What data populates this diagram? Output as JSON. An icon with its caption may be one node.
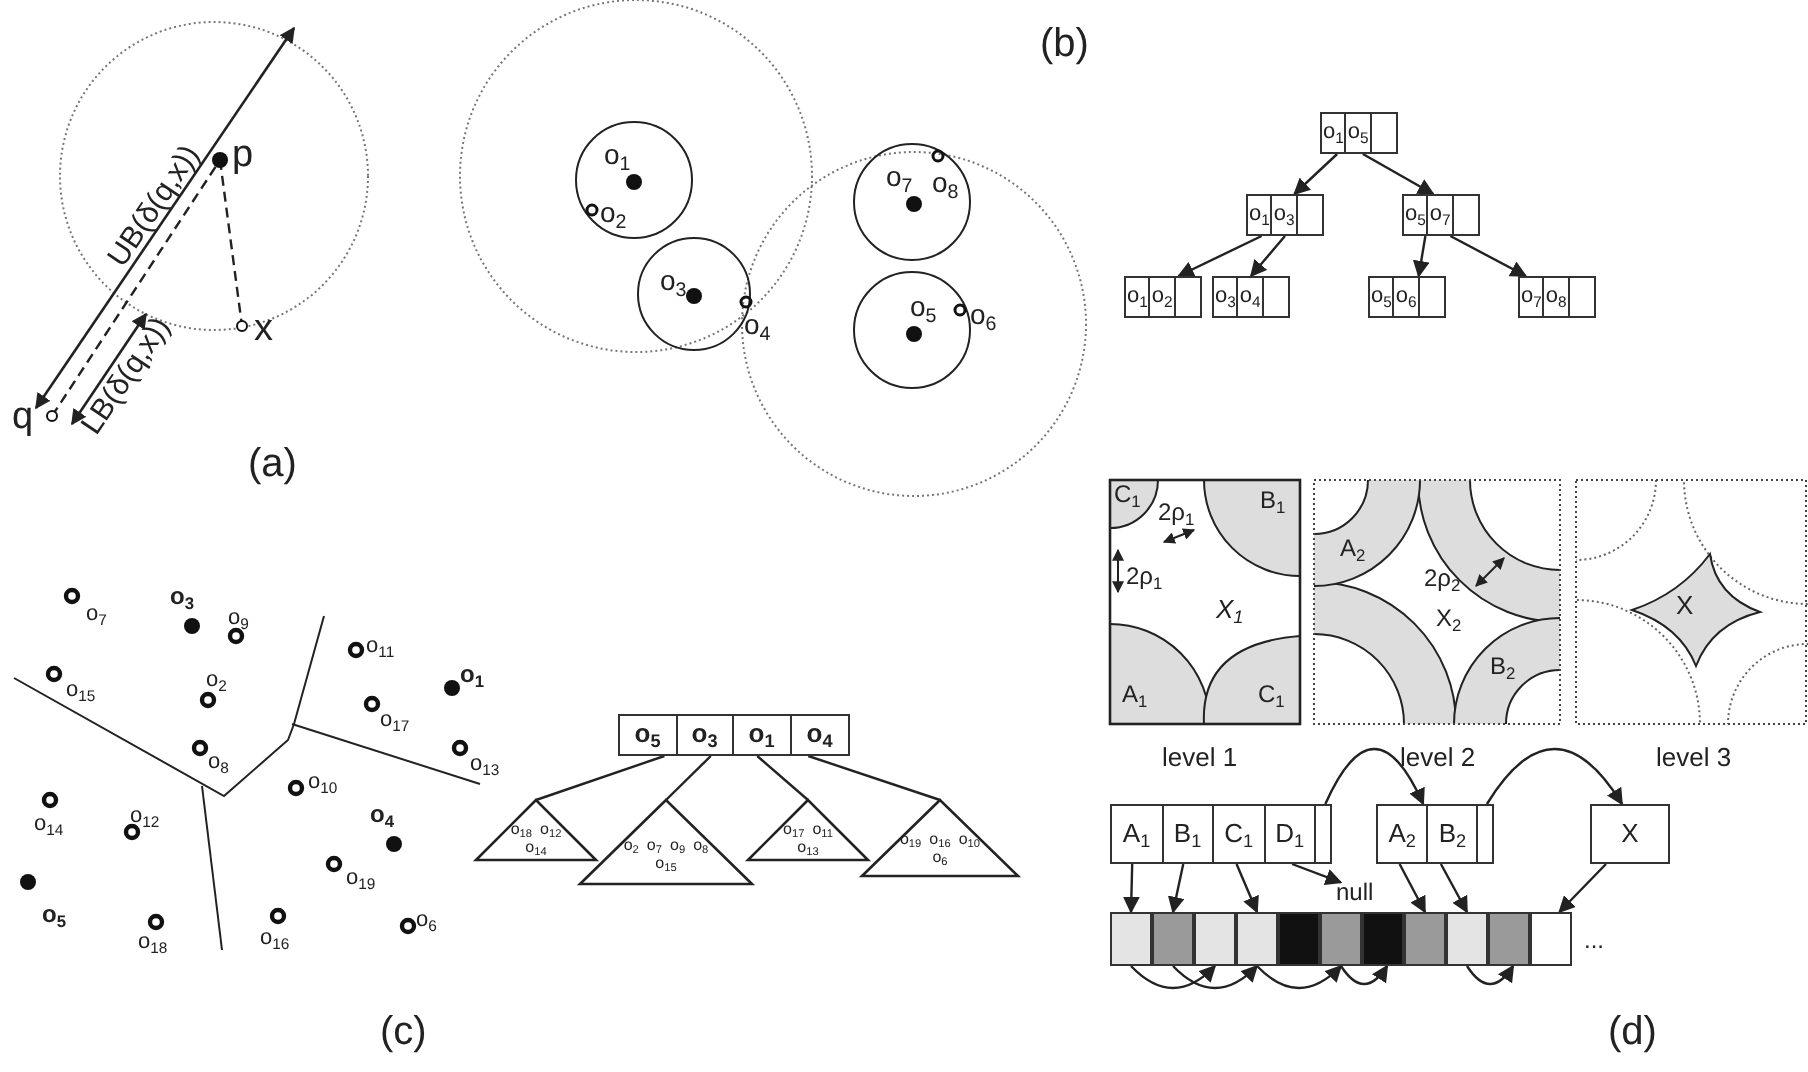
{
  "diagram": {
    "nodes": [
      {
        "text": [
          "q"
        ]
      },
      {
        "text": [
          "p"
        ]
      },
      {
        "text": [
          "x"
        ]
      },
      {
        "text": [
          "o$_{1}$",
          "o$_{5}$"
        ]
      },
      {
        "text": [
          "o$_{1}$",
          "o$_{3}$"
        ]
      },
      {
        "text": [
          "o$_{5}$",
          "o$_{7}$"
        ]
      },
      {
        "text": [
          "o$_{1}$",
          "o$_{2}$"
        ]
      },
      {
        "text": [
          "o$_{3}$",
          "o$_{4}$"
        ]
      },
      {
        "text": [
          "o$_{5}$",
          "o$_{6}$"
        ]
      },
      {
        "text": [
          "o$_{7}$",
          "o$_{8}$"
        ]
      },
      {
        "text": [
          "o$_{5}$",
          "o$_{3}$",
          "o$_{1}$",
          "o$_{4}$"
        ]
      },
      {
        "text": [
          "o$_{18}$",
          "o$_{12}$",
          "o$_{14}$"
        ]
      },
      {
        "text": [
          "o$_{2}$",
          "o$_{7}$",
          "o$_{9}$",
          "o$_{8}$",
          "o$_{15}$"
        ]
      },
      {
        "text": [
          "o$_{17}$",
          "o$_{11}$",
          "o$_{13}$"
        ]
      },
      {
        "text": [
          "o$_{19}$",
          "o$_{16}$",
          "o$_{10}$",
          "o$_{6}$"
        ]
      },
      {
        "text": [
          "A$_{1}$",
          "B$_{1}$",
          "C$_{1}$",
          "D$_{1}$"
        ]
      },
      {
        "text": [
          "A$_{2}$",
          "B$_{2}$"
        ]
      },
      {
        "text": [
          "X"
        ]
      },
      {
        "text": [
          "null"
        ]
      },
      {
        "text": [],
        "shape": "box"
      },
      {
        "text": [],
        "shape": "box"
      },
      {
        "text": [],
        "shape": "box"
      },
      {
        "text": [],
        "shape": "box"
      },
      {
        "text": [],
        "shape": "box"
      },
      {
        "text": [],
        "shape": "box"
      },
      {
        "text": [],
        "shape": "box"
      },
      {
        "text": [],
        "shape": "box"
      },
      {
        "text": [],
        "shape": "box"
      },
      {
        "text": [],
        "shape": "box"
      },
      {
        "text": [],
        "shape": "box"
      }
    ],
    "edges": [
      {
        "from": 0,
        "to": 1,
        "arrow": "none",
        "style": "dashed"
      },
      {
        "from": 1,
        "to": 2,
        "arrow": "none",
        "style": "dashed"
      },
      {
        "from": 3,
        "to": 4,
        "arrow": "to"
      },
      {
        "from": 3,
        "to": 5,
        "arrow": "to"
      },
      {
        "from": 4,
        "to": 6,
        "arrow": "to"
      },
      {
        "from": 4,
        "to": 7,
        "arrow": "to"
      },
      {
        "from": 5,
        "to": 8,
        "arrow": "to"
      },
      {
        "from": 5,
        "to": 9,
        "arrow": "to"
      },
      {
        "from": 10,
        "to": 11,
        "arrow": "none"
      },
      {
        "from": 10,
        "to": 12,
        "arrow": "none"
      },
      {
        "from": 10,
        "to": 13,
        "arrow": "none"
      },
      {
        "from": 10,
        "to": 14,
        "arrow": "none"
      },
      {
        "from": 15,
        "to": 16,
        "arrow": "to"
      },
      {
        "from": 16,
        "to": 17,
        "arrow": "to"
      },
      {
        "from": 15,
        "to": 18,
        "arrow": "to"
      },
      {
        "from": 15,
        "to": 19,
        "arrow": "to"
      },
      {
        "from": 15,
        "to": 20,
        "arrow": "to"
      },
      {
        "from": 15,
        "to": 22,
        "arrow": "to"
      },
      {
        "from": 16,
        "to": 26,
        "arrow": "to"
      },
      {
        "from": 16,
        "to": 27,
        "arrow": "to"
      },
      {
        "from": 17,
        "to": 29,
        "arrow": "to"
      },
      {
        "from": 19,
        "to": 21,
        "arrow": "to"
      },
      {
        "from": 20,
        "to": 22,
        "arrow": "to"
      },
      {
        "from": 22,
        "to": 24,
        "arrow": "to"
      },
      {
        "from": 24,
        "to": 25,
        "arrow": "to"
      },
      {
        "from": 27,
        "to": 28,
        "arrow": "to"
      }
    ],
    "labels": [
      "UB(δ(q,x))",
      "LB(δ(q,x))",
      "(a)",
      "o$_{1}$",
      "o$_{2}$",
      "o$_{3}$",
      "o$_{4}$",
      "o$_{7}$",
      "o$_{8}$",
      "o$_{5}$",
      "o$_{6}$",
      "(b)",
      "o$_{7}$",
      "o$_{3}$",
      "o$_{9}$",
      "o$_{11}$",
      "o$_{1}$",
      "o$_{15}$",
      "o$_{2}$",
      "o$_{17}$",
      "o$_{8}$",
      "o$_{13}$",
      "o$_{10}$",
      "o$_{14}$",
      "o$_{12}$",
      "o$_{4}$",
      "o$_{19}$",
      "o$_{5}$",
      "o$_{18}$",
      "o$_{16}$",
      "o$_{6}$",
      "(c)",
      "C$_{1}$",
      "2ρ$_{1}$",
      "B$_{1}$",
      "2ρ$_{1}$",
      "X$_{1}$",
      "A$_{1}$",
      "C$_{1}$",
      "A$_{2}$",
      "2ρ$_{2}$",
      "X$_{2}$",
      "B$_{2}$",
      "X",
      "level 1",
      "level 2",
      "level 3",
      "...",
      "(d)"
    ]
  }
}
